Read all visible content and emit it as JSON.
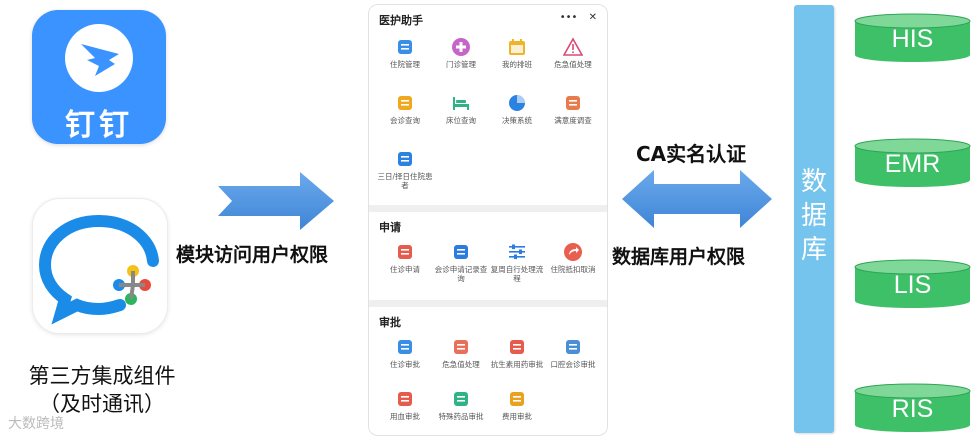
{
  "dingtalk": {
    "label": "钉钉"
  },
  "caption": {
    "line1": "第三方集成组件",
    "line2": "（及时通讯）"
  },
  "left_arrow_label": "模块访问用户权限",
  "right_arrow": {
    "top_label": "CA实名认证",
    "bottom_label": "数据库用户权限"
  },
  "phone": {
    "title": "医护助手",
    "menu_btn": "•••",
    "close_btn": "✕",
    "sections": [
      {
        "title": "",
        "items": [
          {
            "label": "住院管理",
            "icon": "hospital-building-icon",
            "color": "#3a8ee6"
          },
          {
            "label": "门诊管理",
            "icon": "medical-cross-icon",
            "color": "#c764c9"
          },
          {
            "label": "我的排班",
            "icon": "calendar-icon",
            "color": "#f0b429"
          },
          {
            "label": "危急值处理",
            "icon": "warning-icon",
            "color": "#d84a74"
          },
          {
            "label": "会诊查询",
            "icon": "consultation-icon",
            "color": "#f0a81f"
          },
          {
            "label": "床位查询",
            "icon": "bed-icon",
            "color": "#2fb386"
          },
          {
            "label": "决策系统",
            "icon": "pie-chart-icon",
            "color": "#2c82e0"
          },
          {
            "label": "满意度调查",
            "icon": "feather-pen-icon",
            "color": "#e87a4c"
          },
          {
            "label": "三日/择日住院患者",
            "icon": "patient-calendar-icon",
            "color": "#2c82e0"
          }
        ]
      },
      {
        "title": "申请",
        "items": [
          {
            "label": "住诊申请",
            "icon": "application-form-icon",
            "color": "#e55b4d"
          },
          {
            "label": "会诊申请记录查询",
            "icon": "user-record-icon",
            "color": "#2c7be0"
          },
          {
            "label": "复周自行处理流程",
            "icon": "sliders-icon",
            "color": "#2c7be0"
          },
          {
            "label": "住院抵扣取消",
            "icon": "redirect-arrow-icon",
            "color": "#e95f4f"
          }
        ]
      },
      {
        "title": "审批",
        "items": [
          {
            "label": "住诊审批",
            "icon": "approval-stamp-icon",
            "color": "#3a8ee6"
          },
          {
            "label": "危急值处理",
            "icon": "alert-bolt-icon",
            "color": "#e8705a"
          },
          {
            "label": "抗生素用药审批",
            "icon": "prescription-icon",
            "color": "#e55b4d"
          },
          {
            "label": "口腔会诊审批",
            "icon": "network-nodes-icon",
            "color": "#4a8fd6"
          },
          {
            "label": "用血审批",
            "icon": "blood-bag-icon",
            "color": "#e55b4d"
          },
          {
            "label": "特殊药品审批",
            "icon": "tools-icon",
            "color": "#2fb386"
          },
          {
            "label": "费用审批",
            "icon": "money-bag-icon",
            "color": "#e8a21f"
          }
        ]
      }
    ]
  },
  "db_column": {
    "label": "数据库"
  },
  "databases": [
    "HIS",
    "EMR",
    "LIS",
    "RIS"
  ],
  "colors": {
    "arrow": "#4a90e2",
    "db_column": "#75c4ee",
    "cylinder": "#3dc067",
    "dingtalk": "#3a93ff"
  },
  "watermark": "大数跨境"
}
